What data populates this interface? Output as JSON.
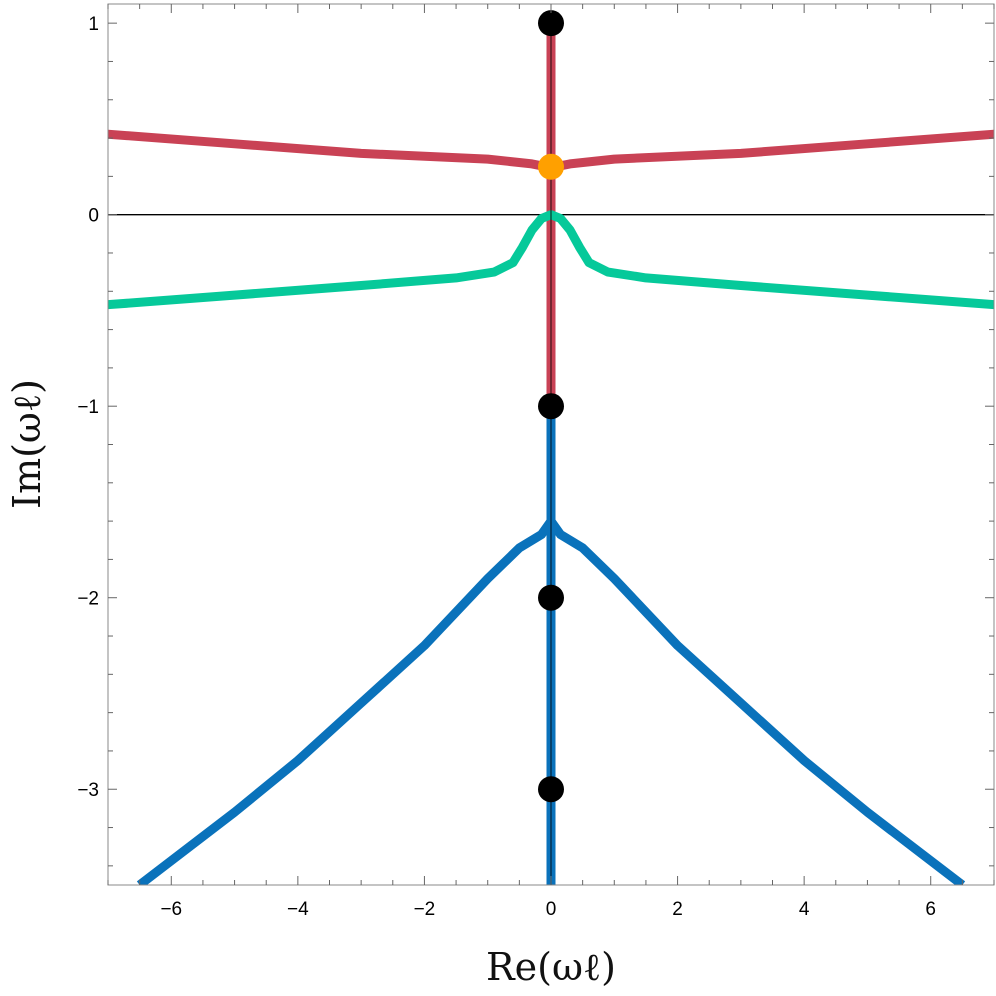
{
  "chart_data": {
    "type": "line",
    "title": "",
    "xlabel": "Re(ωℓ)",
    "ylabel": "Im(ωℓ)",
    "xlim": [
      -7,
      7
    ],
    "ylim": [
      -3.5,
      1.1
    ],
    "x_ticks": [
      -6,
      -4,
      -2,
      0,
      2,
      4,
      6
    ],
    "y_ticks": [
      1,
      0,
      -1,
      -2,
      -3
    ],
    "x_tick_labels": [
      "−6",
      "−4",
      "−2",
      "0",
      "2",
      "4",
      "6"
    ],
    "y_tick_labels": [
      "1",
      "0",
      "−1",
      "−2",
      "−3"
    ],
    "grid": false,
    "frame": true,
    "reference_lines": [
      {
        "orientation": "horizontal",
        "y": 0,
        "color": "#000000"
      },
      {
        "orientation": "vertical",
        "x": 0,
        "from": -3.5,
        "to": 1.0,
        "color": "#000000"
      }
    ],
    "series": [
      {
        "color": "#c94255",
        "points": [
          [
            -7,
            0.42
          ],
          [
            -5,
            0.37
          ],
          [
            -3,
            0.32
          ],
          [
            -1,
            0.29
          ],
          [
            -0.3,
            0.265
          ],
          [
            -0.1,
            0.252
          ],
          [
            0,
            0.25
          ],
          [
            0.1,
            0.252
          ],
          [
            0.3,
            0.265
          ],
          [
            1,
            0.29
          ],
          [
            3,
            0.32
          ],
          [
            5,
            0.37
          ],
          [
            7,
            0.42
          ]
        ]
      },
      {
        "color": "#c94255",
        "points": [
          [
            0,
            1.0
          ],
          [
            0,
            0.25
          ],
          [
            0,
            -1.0
          ]
        ]
      },
      {
        "color": "#06c99a",
        "points": [
          [
            -7,
            -0.47
          ],
          [
            -5,
            -0.42
          ],
          [
            -3,
            -0.37
          ],
          [
            -1.5,
            -0.33
          ],
          [
            -0.9,
            -0.3
          ],
          [
            -0.6,
            -0.25
          ],
          [
            -0.45,
            -0.17
          ],
          [
            -0.3,
            -0.08
          ],
          [
            -0.15,
            -0.02
          ],
          [
            0,
            0.0
          ],
          [
            0.15,
            -0.02
          ],
          [
            0.3,
            -0.08
          ],
          [
            0.45,
            -0.17
          ],
          [
            0.6,
            -0.25
          ],
          [
            0.9,
            -0.3
          ],
          [
            1.5,
            -0.33
          ],
          [
            3,
            -0.37
          ],
          [
            5,
            -0.42
          ],
          [
            7,
            -0.47
          ]
        ]
      },
      {
        "color": "#0a72bb",
        "points": [
          [
            -6.5,
            -3.5
          ],
          [
            -5,
            -3.12
          ],
          [
            -4,
            -2.85
          ],
          [
            -3,
            -2.55
          ],
          [
            -2,
            -2.25
          ],
          [
            -1,
            -1.9
          ],
          [
            -0.5,
            -1.74
          ],
          [
            -0.15,
            -1.67
          ],
          [
            0,
            -1.6
          ],
          [
            0.15,
            -1.67
          ],
          [
            0.5,
            -1.74
          ],
          [
            1,
            -1.9
          ],
          [
            2,
            -2.25
          ],
          [
            3,
            -2.55
          ],
          [
            4,
            -2.85
          ],
          [
            5,
            -3.12
          ],
          [
            6.5,
            -3.5
          ]
        ]
      },
      {
        "color": "#0a72bb",
        "points": [
          [
            0,
            -1.0
          ],
          [
            0,
            -3.5
          ]
        ]
      }
    ],
    "points": [
      {
        "x": 0,
        "y": 1,
        "color": "#000000"
      },
      {
        "x": 0,
        "y": 0.25,
        "color": "#ffa000"
      },
      {
        "x": 0,
        "y": -1,
        "color": "#000000"
      },
      {
        "x": 0,
        "y": -2,
        "color": "#000000"
      },
      {
        "x": 0,
        "y": -3,
        "color": "#000000"
      }
    ]
  }
}
